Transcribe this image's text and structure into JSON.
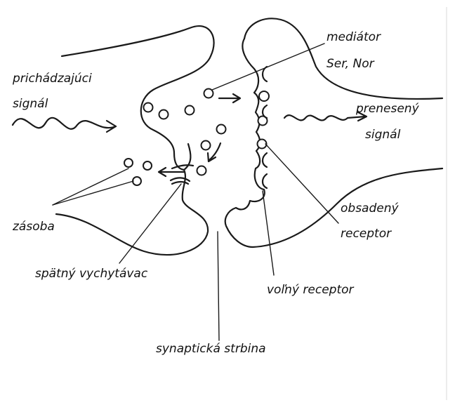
{
  "labels": {
    "incoming_1": "prichádzajúci",
    "incoming_2": "signál",
    "mediator_1": "mediátor",
    "mediator_2": "Ser, Nor",
    "transmitted_1": "prenesený",
    "transmitted_2": "signál",
    "storage": "zásoba",
    "occupied_1": "obsadený",
    "occupied_2": "receptor",
    "reuptake": "spätný vychytávac",
    "free_receptor": "voľný receptor",
    "cleft": "synaptická strbina"
  },
  "colors": {
    "ink": "#1a1a1a",
    "background": "#ffffff"
  }
}
